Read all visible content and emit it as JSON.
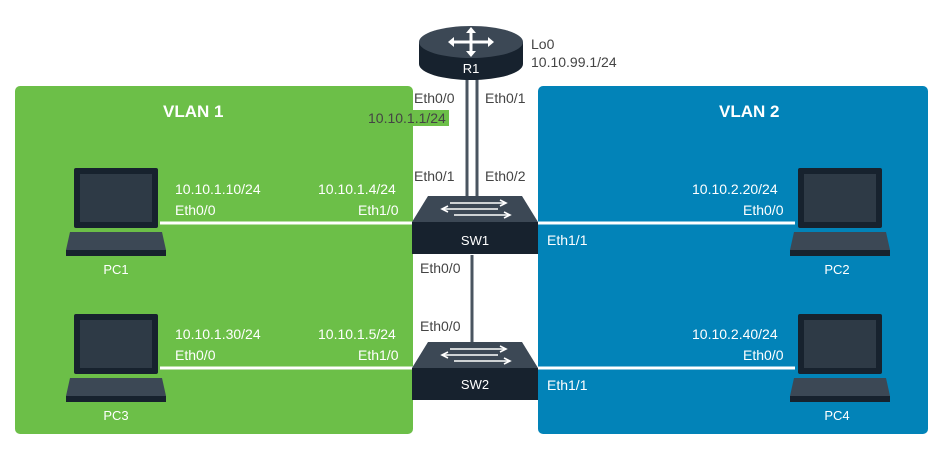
{
  "router": {
    "name": "R1",
    "loopback": "Lo0",
    "loopback_ip": "10.10.99.1/24",
    "eth0_0": "Eth0/0",
    "eth0_0_ip": "10.10.1.1/24",
    "eth0_1": "Eth0/1"
  },
  "vlan1": {
    "title": "VLAN 1",
    "color": "#6cbf48"
  },
  "vlan2": {
    "title": "VLAN 2",
    "color": "#0283b8"
  },
  "sw1": {
    "name": "SW1",
    "eth0_1": "Eth0/1",
    "eth0_2": "Eth0/2",
    "eth0_0": "Eth0/0",
    "eth1_0": "Eth1/0",
    "eth1_0_ip": "10.10.1.4/24",
    "eth1_1": "Eth1/1"
  },
  "sw2": {
    "name": "SW2",
    "eth0_0": "Eth0/0",
    "eth1_0": "Eth1/0",
    "eth1_0_ip": "10.10.1.5/24",
    "eth1_1": "Eth1/1"
  },
  "pc1": {
    "name": "PC1",
    "ip": "10.10.1.10/24",
    "port": "Eth0/0"
  },
  "pc2": {
    "name": "PC2",
    "ip": "10.10.2.20/24",
    "port": "Eth0/0"
  },
  "pc3": {
    "name": "PC3",
    "ip": "10.10.1.30/24",
    "port": "Eth0/0"
  },
  "pc4": {
    "name": "PC4",
    "ip": "10.10.2.40/24",
    "port": "Eth0/0"
  },
  "icons": {
    "router": "router-icon",
    "switch": "switch-icon",
    "pc": "laptop-icon"
  }
}
